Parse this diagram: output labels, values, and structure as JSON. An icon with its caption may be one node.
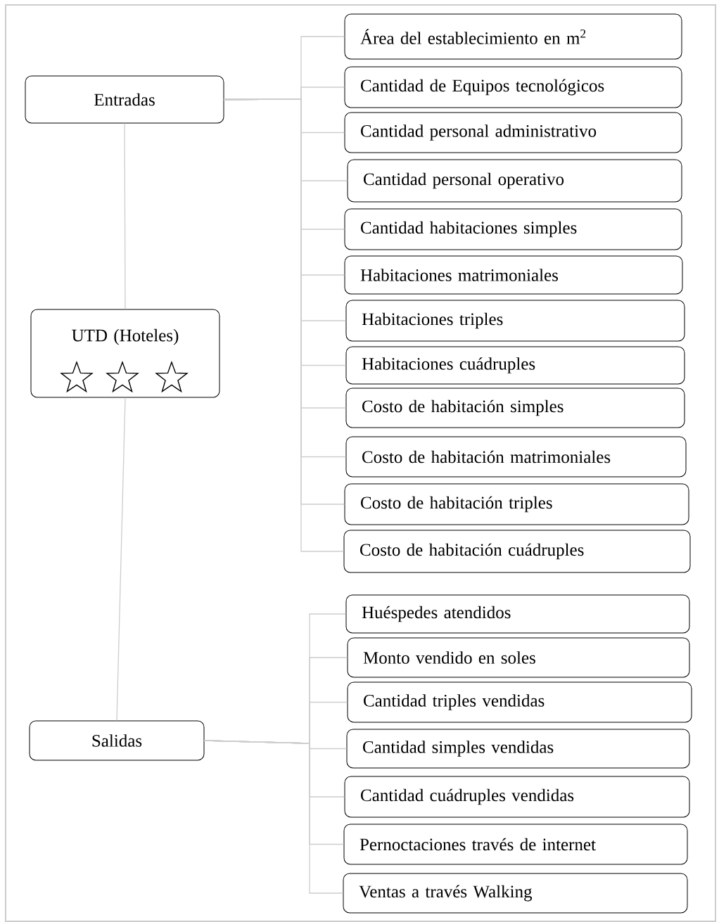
{
  "diagram": {
    "nodes": [
      {
        "text": [
          "Entradas"
        ]
      },
      {
        "text": [
          "UTD (Hoteles)"
        ]
      },
      {
        "text": [
          "Salidas"
        ]
      },
      {
        "text": [
          "Área del establecimiento en m$^{2}$"
        ]
      },
      {
        "text": [
          "Cantidad de Equipos tecnológicos"
        ]
      },
      {
        "text": [
          "Cantidad personal administrativo"
        ]
      },
      {
        "text": [
          "Cantidad personal operativo"
        ]
      },
      {
        "text": [
          "Cantidad habitaciones simples"
        ]
      },
      {
        "text": [
          "Habitaciones matrimoniales"
        ]
      },
      {
        "text": [
          "Habitaciones triples"
        ]
      },
      {
        "text": [
          "Habitaciones cuádruples"
        ]
      },
      {
        "text": [
          "Costo de habitación simples"
        ]
      },
      {
        "text": [
          "Costo de habitación matrimoniales"
        ]
      },
      {
        "text": [
          "Costo de habitación triples"
        ]
      },
      {
        "text": [
          "Costo de habitación cuádruples"
        ]
      },
      {
        "text": [
          "Huéspedes atendidos"
        ]
      },
      {
        "text": [
          "Monto vendido en soles"
        ]
      },
      {
        "text": [
          "Cantidad triples vendidas"
        ]
      },
      {
        "text": [
          "Cantidad simples vendidas"
        ]
      },
      {
        "text": [
          "Cantidad cuádruples vendidas"
        ]
      },
      {
        "text": [
          "Pernoctaciones través de internet"
        ]
      },
      {
        "text": [
          "Ventas a través Walking"
        ]
      }
    ],
    "edges": [
      {
        "from": 0,
        "to": 1,
        "arrow": "none"
      },
      {
        "from": 1,
        "to": 2,
        "arrow": "none"
      },
      {
        "from": 0,
        "to": 3,
        "arrow": "none"
      },
      {
        "from": 0,
        "to": 4,
        "arrow": "none"
      },
      {
        "from": 0,
        "to": 5,
        "arrow": "none"
      },
      {
        "from": 0,
        "to": 6,
        "arrow": "none"
      },
      {
        "from": 0,
        "to": 7,
        "arrow": "none"
      },
      {
        "from": 0,
        "to": 8,
        "arrow": "none"
      },
      {
        "from": 0,
        "to": 9,
        "arrow": "none"
      },
      {
        "from": 0,
        "to": 10,
        "arrow": "none"
      },
      {
        "from": 0,
        "to": 11,
        "arrow": "none"
      },
      {
        "from": 0,
        "to": 12,
        "arrow": "none"
      },
      {
        "from": 0,
        "to": 13,
        "arrow": "none"
      },
      {
        "from": 0,
        "to": 14,
        "arrow": "none"
      },
      {
        "from": 2,
        "to": 15,
        "arrow": "none"
      },
      {
        "from": 2,
        "to": 16,
        "arrow": "none"
      },
      {
        "from": 2,
        "to": 17,
        "arrow": "none"
      },
      {
        "from": 2,
        "to": 18,
        "arrow": "none"
      },
      {
        "from": 2,
        "to": 19,
        "arrow": "none"
      },
      {
        "from": 2,
        "to": 20,
        "arrow": "none"
      },
      {
        "from": 2,
        "to": 21,
        "arrow": "none"
      }
    ]
  }
}
